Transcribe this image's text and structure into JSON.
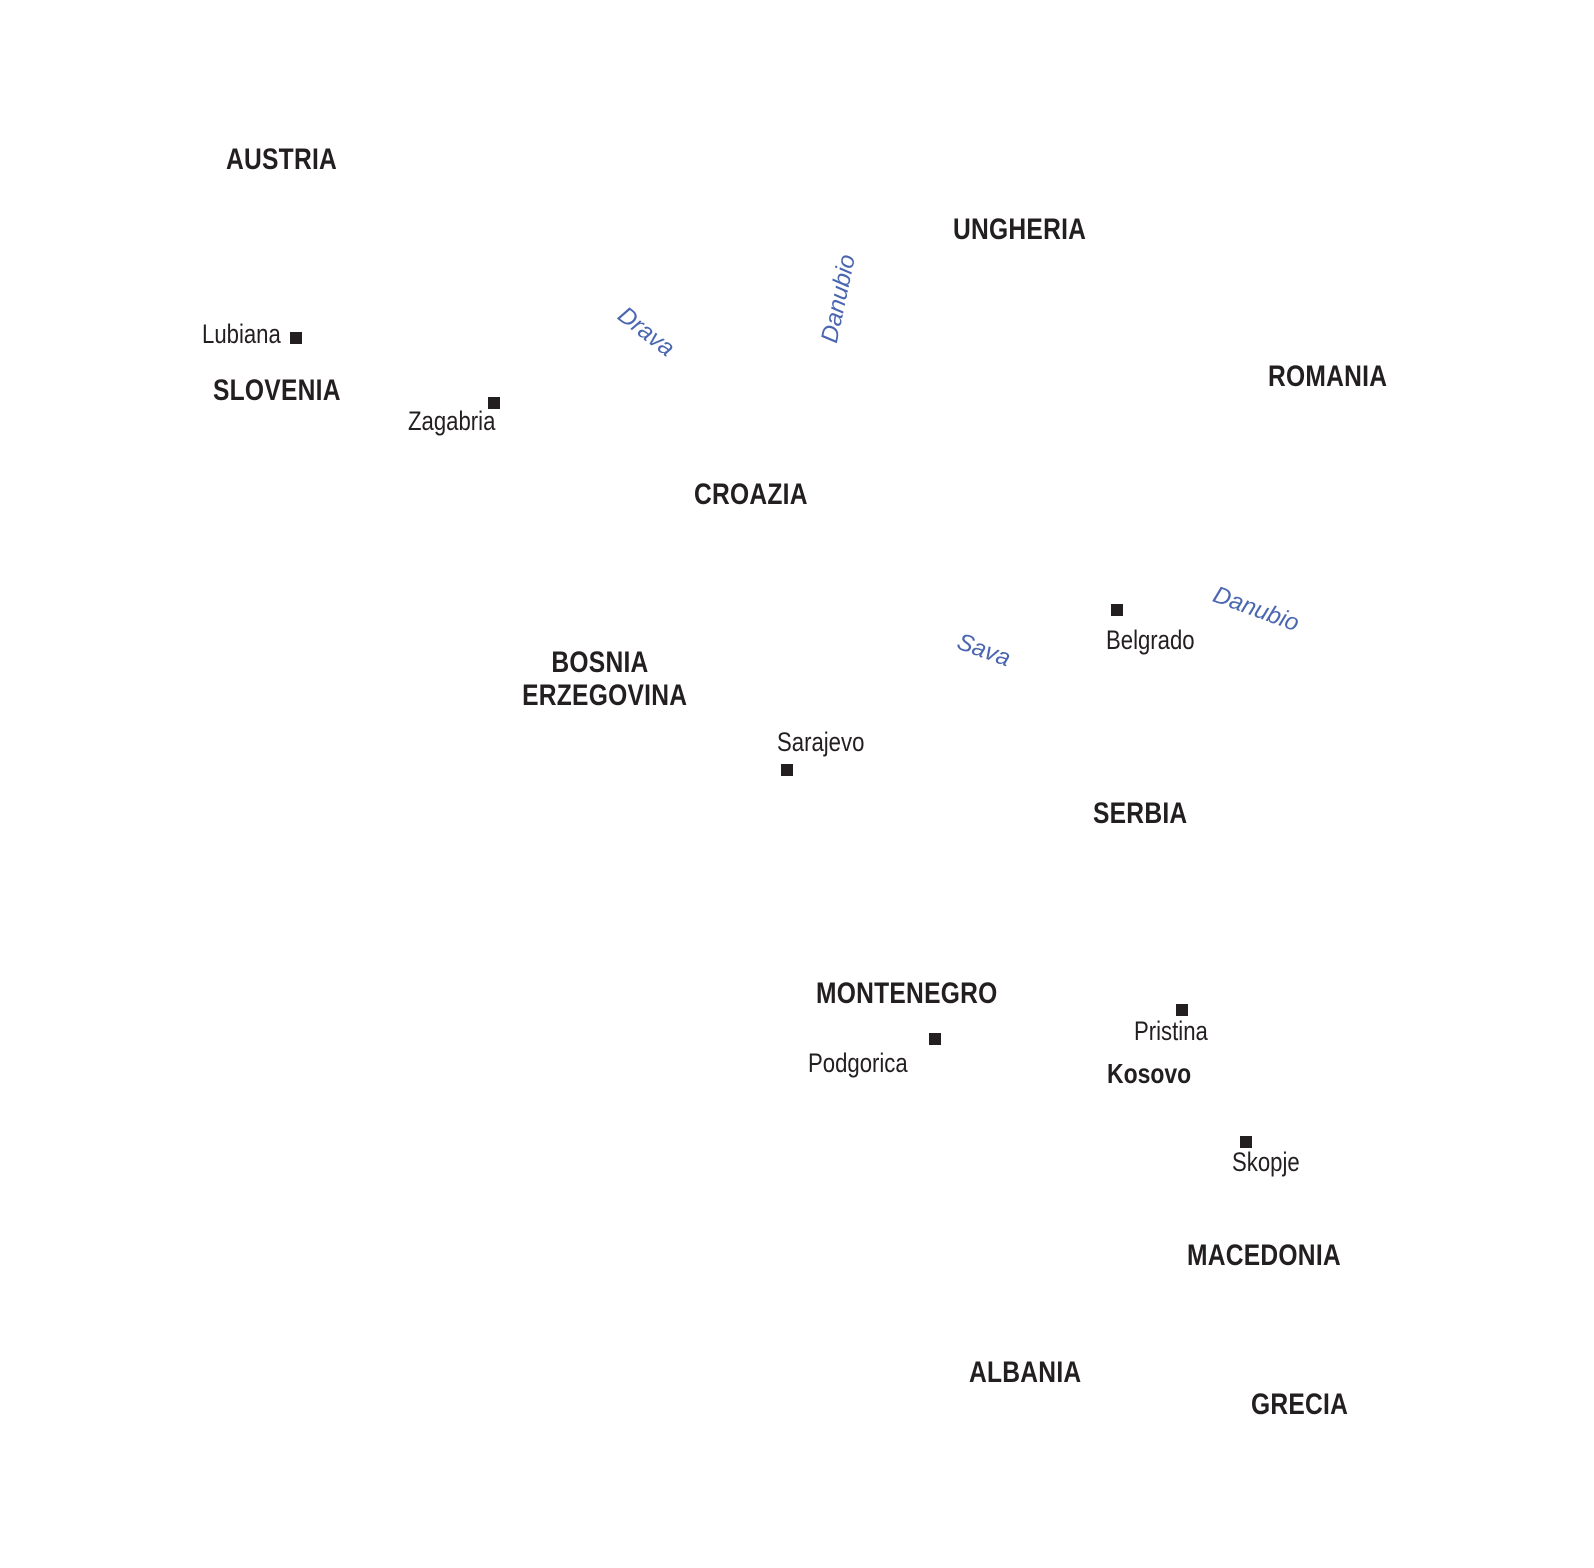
{
  "colors": {
    "background": "#ffffff",
    "text": "#231f20",
    "river": "#4a66b0"
  },
  "countries": {
    "austria": "AUSTRIA",
    "ungheria": "UNGHERIA",
    "slovenia": "SLOVENIA",
    "romania": "ROMANIA",
    "croazia": "CROAZIA",
    "bosnia_line1": "BOSNIA",
    "bosnia_line2": "ERZEGOVINA",
    "serbia": "SERBIA",
    "montenegro": "MONTENEGRO",
    "macedonia": "MACEDONIA",
    "albania": "ALBANIA",
    "grecia": "GRECIA"
  },
  "regions": {
    "kosovo": "Kosovo"
  },
  "cities": {
    "lubiana": "Lubiana",
    "zagabria": "Zagabria",
    "belgrado": "Belgrado",
    "sarajevo": "Sarajevo",
    "pristina": "Pristina",
    "podgorica": "Podgorica",
    "skopje": "Skopje"
  },
  "rivers": {
    "drava": "Drava",
    "danubio_north": "Danubio",
    "sava": "Sava",
    "danubio_east": "Danubio"
  }
}
